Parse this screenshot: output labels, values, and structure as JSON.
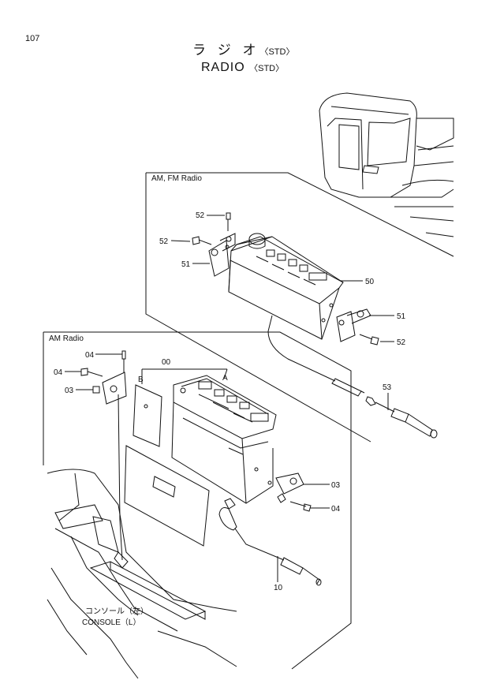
{
  "page_number": "107",
  "title_jp": "ラ ジ オ",
  "title_jp_tag": "〈STD〉",
  "title_en": "RADIO",
  "title_en_tag": "〈STD〉",
  "panels": {
    "am_fm": {
      "label": "AM, FM Radio"
    },
    "am": {
      "label": "AM Radio"
    }
  },
  "callouts": {
    "c52a": "52",
    "c52b": "52",
    "c51a": "51",
    "c50": "50",
    "c51b": "51",
    "c52c": "52",
    "c53": "53",
    "c04a": "04",
    "c04b": "04",
    "c03a": "03",
    "c00": "00",
    "cB": "B",
    "cA": "A",
    "c03b": "03",
    "c04c": "04",
    "c10": "10"
  },
  "console_jp": "コンソール（左）",
  "console_en": "CONSOLE（L）"
}
